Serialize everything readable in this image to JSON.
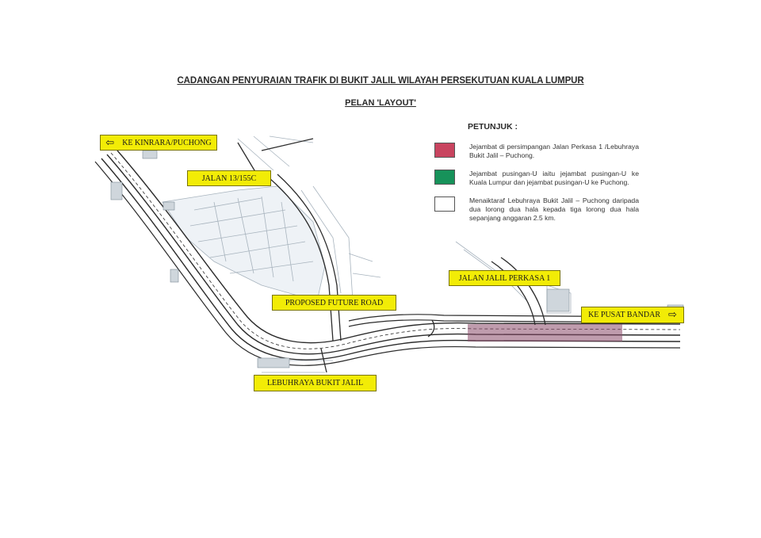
{
  "header": {
    "title": "CADANGAN PENYURAIAN TRAFIK DI BUKIT JALIL WILAYAH PERSEKUTUAN KUALA LUMPUR",
    "subtitle": "PELAN 'LAYOUT'"
  },
  "legend": {
    "heading": "PETUNJUK :",
    "items": [
      {
        "color": "#c8445f",
        "text": "Jejambat di persimpangan Jalan Perkasa 1 /Lebuhraya Bukit Jalil – Puchong."
      },
      {
        "color": "#17925a",
        "text": "Jejambat pusingan-U iaitu jejambat pusingan-U ke Kuala Lumpur dan jejambat pusingan-U ke Puchong."
      },
      {
        "color": "#ffffff",
        "text": "Menaiktaraf Lebuhraya Bukit Jalil – Puchong daripada dua lorong dua hala kepada tiga lorong dua hala sepanjang anggaran 2.5 km."
      }
    ]
  },
  "labels": {
    "ke_kinrara": "KE KINRARA/PUCHONG",
    "jalan_13": "JALAN 13/155C",
    "jalan_jalil": "JALAN JALIL PERKASA 1",
    "proposed_road": "PROPOSED FUTURE ROAD",
    "ke_pusat": "KE PUSAT BANDAR",
    "lebuhraya": "LEBUHRAYA BUKIT JALIL"
  },
  "icons": {
    "left_arrow": "⇦",
    "right_arrow": "⇨"
  },
  "colors": {
    "label_fill": "#f2ec06",
    "road_line": "#2b2b2b",
    "highlight": "#8b4a6a"
  }
}
